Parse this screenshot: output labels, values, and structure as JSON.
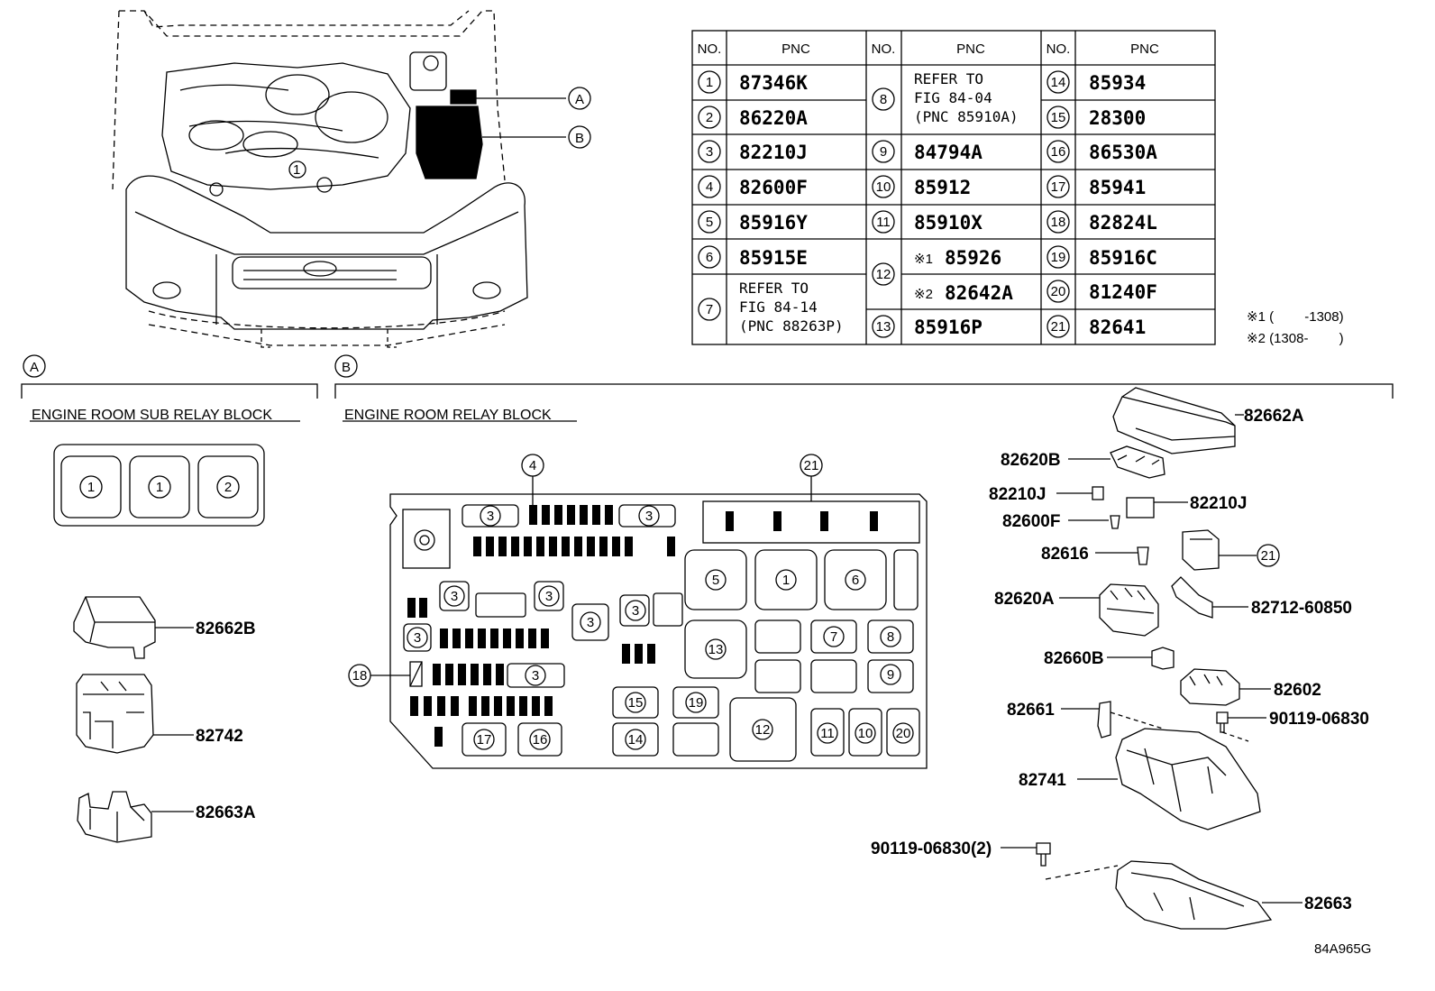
{
  "table": {
    "headers": [
      "NO.",
      "PNC",
      "NO.",
      "PNC",
      "NO.",
      "PNC"
    ],
    "col1": [
      {
        "no": "1",
        "pnc": "87346K"
      },
      {
        "no": "2",
        "pnc": "86220A"
      },
      {
        "no": "3",
        "pnc": "82210J"
      },
      {
        "no": "4",
        "pnc": "82600F"
      },
      {
        "no": "5",
        "pnc": "85916Y"
      },
      {
        "no": "6",
        "pnc": "85915E"
      },
      {
        "no": "7",
        "lines": [
          "REFER TO",
          "FIG 84-14",
          "(PNC 88263P)"
        ]
      }
    ],
    "col2": [
      {
        "no": "8",
        "lines": [
          "REFER TO",
          "FIG 84-04",
          "(PNC 85910A)"
        ]
      },
      {
        "no": "9",
        "pnc": "84794A"
      },
      {
        "no": "10",
        "pnc": "85912"
      },
      {
        "no": "11",
        "pnc": "85910X"
      },
      {
        "no": "12",
        "a_mark": "※1",
        "a_pnc": "85926",
        "b_mark": "※2",
        "b_pnc": "82642A"
      },
      {
        "no": "13",
        "pnc": "85916P"
      }
    ],
    "col3": [
      {
        "no": "14",
        "pnc": "85934"
      },
      {
        "no": "15",
        "pnc": "28300"
      },
      {
        "no": "16",
        "pnc": "86530A"
      },
      {
        "no": "17",
        "pnc": "85941"
      },
      {
        "no": "18",
        "pnc": "82824L"
      },
      {
        "no": "19",
        "pnc": "85916C"
      },
      {
        "no": "20",
        "pnc": "81240F"
      },
      {
        "no": "21",
        "pnc": "82641"
      }
    ]
  },
  "notes": [
    "※1 (　　 -1308)",
    "※2 (1308- 　　)"
  ],
  "vehicle": {
    "callout_a": "A",
    "callout_b": "B",
    "part_1": "1"
  },
  "section_a": {
    "letter": "A",
    "title": "ENGINE ROOM SUB RELAY BLOCK",
    "relays": [
      "1",
      "1",
      "2"
    ]
  },
  "section_b": {
    "letter": "B",
    "title": "ENGINE ROOM RELAY BLOCK"
  },
  "parts_a": [
    "82662B",
    "82742",
    "82663A"
  ],
  "parts_b": {
    "cover": "82662A",
    "p82620B": "82620B",
    "p82210J_l": "82210J",
    "p82210J_r": "82210J",
    "p82600F": "82600F",
    "p82616": "82616",
    "p21": "21",
    "p82620A": "82620A",
    "p82712": "82712-60850",
    "p82660B": "82660B",
    "p82602": "82602",
    "p82661": "82661",
    "p90119": "90119-06830",
    "p82741": "82741",
    "p90119b": "90119-06830(2)",
    "p82663": "82663"
  },
  "block": {
    "c3": "3",
    "c4": "4",
    "c5": "5",
    "c1": "1",
    "c6": "6",
    "c7": "7",
    "c8": "8",
    "c9": "9",
    "c13": "13",
    "c15": "15",
    "c19": "19",
    "c12": "12",
    "c11": "11",
    "c10": "10",
    "c20": "20",
    "c14": "14",
    "c17": "17",
    "c16": "16",
    "c18": "18",
    "c21": "21"
  },
  "figure_code": "84A965G"
}
